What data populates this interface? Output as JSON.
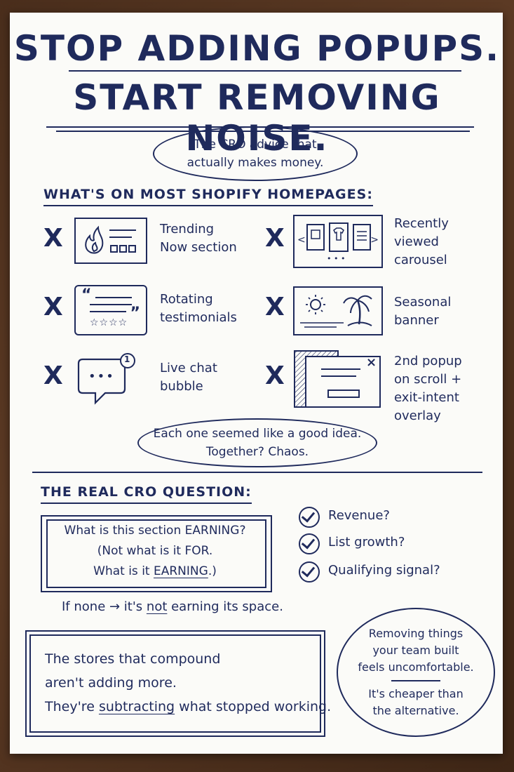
{
  "title": {
    "line1": "STOP ADDING POPUPS.",
    "line2": "START REMOVING NOISE."
  },
  "subtitle": [
    "The CRO advice that",
    "actually makes money."
  ],
  "section1": {
    "heading": "WHAT'S ON MOST SHOPIFY HOMEPAGES:",
    "mark": "X",
    "items": [
      {
        "label": [
          "Trending",
          "Now section"
        ],
        "icon": "flame-grid-icon"
      },
      {
        "label": [
          "Recently",
          "viewed",
          "carousel"
        ],
        "icon": "carousel-icon"
      },
      {
        "label": [
          "Rotating",
          "testimonials"
        ],
        "icon": "quote-stars-icon"
      },
      {
        "label": [
          "Seasonal",
          "banner"
        ],
        "icon": "sun-palm-banner-icon"
      },
      {
        "label": [
          "Live chat",
          "bubble"
        ],
        "icon": "chat-bubble-icon"
      },
      {
        "label": [
          "2nd popup",
          "on scroll +",
          "exit-intent",
          "overlay"
        ],
        "icon": "popup-overlay-icon"
      }
    ],
    "chat_badge": "1",
    "quote_open": "“",
    "quote_close": "”",
    "stars": "☆☆☆☆",
    "nav_prev": "<",
    "nav_next": ">",
    "close_x": "×",
    "chat_dots": "•••",
    "carousel_dots": "• • •",
    "summary": [
      "Each one seemed like a good idea.",
      "Together? Chaos."
    ]
  },
  "section2": {
    "heading": "THE REAL CRO QUESTION:",
    "question": {
      "l1_a": "What is this section ",
      "l1_b": "EARNING?",
      "l2": "(Not what is it FOR.",
      "l3_a": "What is it ",
      "l3_b": "EARNING",
      "l3_c": ".)"
    },
    "checks": [
      "Revenue?",
      "List growth?",
      "Qualifying signal?"
    ],
    "none_line": {
      "a": "If none → it's ",
      "b": "not",
      "c": " earning its space."
    }
  },
  "bottom_box": {
    "l1": "The stores that compound",
    "l2": "aren't adding more.",
    "l3_a": "They're ",
    "l3_b": "subtracting",
    "l3_c": " what stopped working."
  },
  "bottom_oval": {
    "top": [
      "Removing things",
      "your team built",
      "feels uncomfortable."
    ],
    "bottom": [
      "It's cheaper than",
      "the alternative."
    ]
  },
  "colors": {
    "ink": "#1f2a5c",
    "paper": "#fbfbf8",
    "background": "#4a2e1c"
  }
}
